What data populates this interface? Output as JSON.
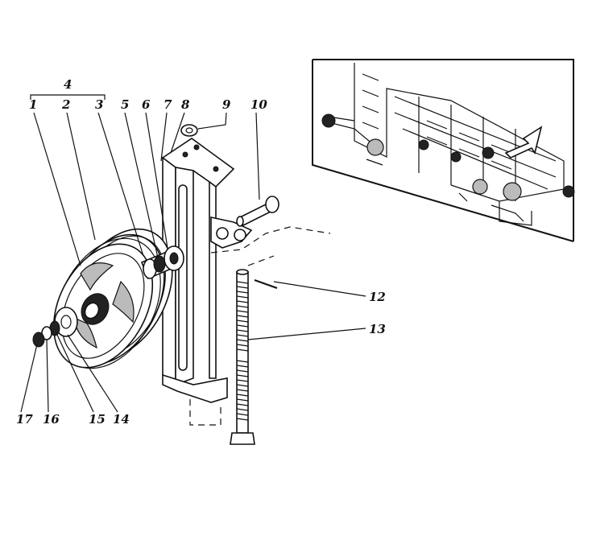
{
  "labels": {
    "l1": "1",
    "l2": "2",
    "l3": "3",
    "l4": "4",
    "l5": "5",
    "l6": "6",
    "l7": "7",
    "l8": "8",
    "l9": "9",
    "l10": "10",
    "l12": "12",
    "l13": "13",
    "l14": "14",
    "l15": "15",
    "l16": "16",
    "l17": "17"
  }
}
